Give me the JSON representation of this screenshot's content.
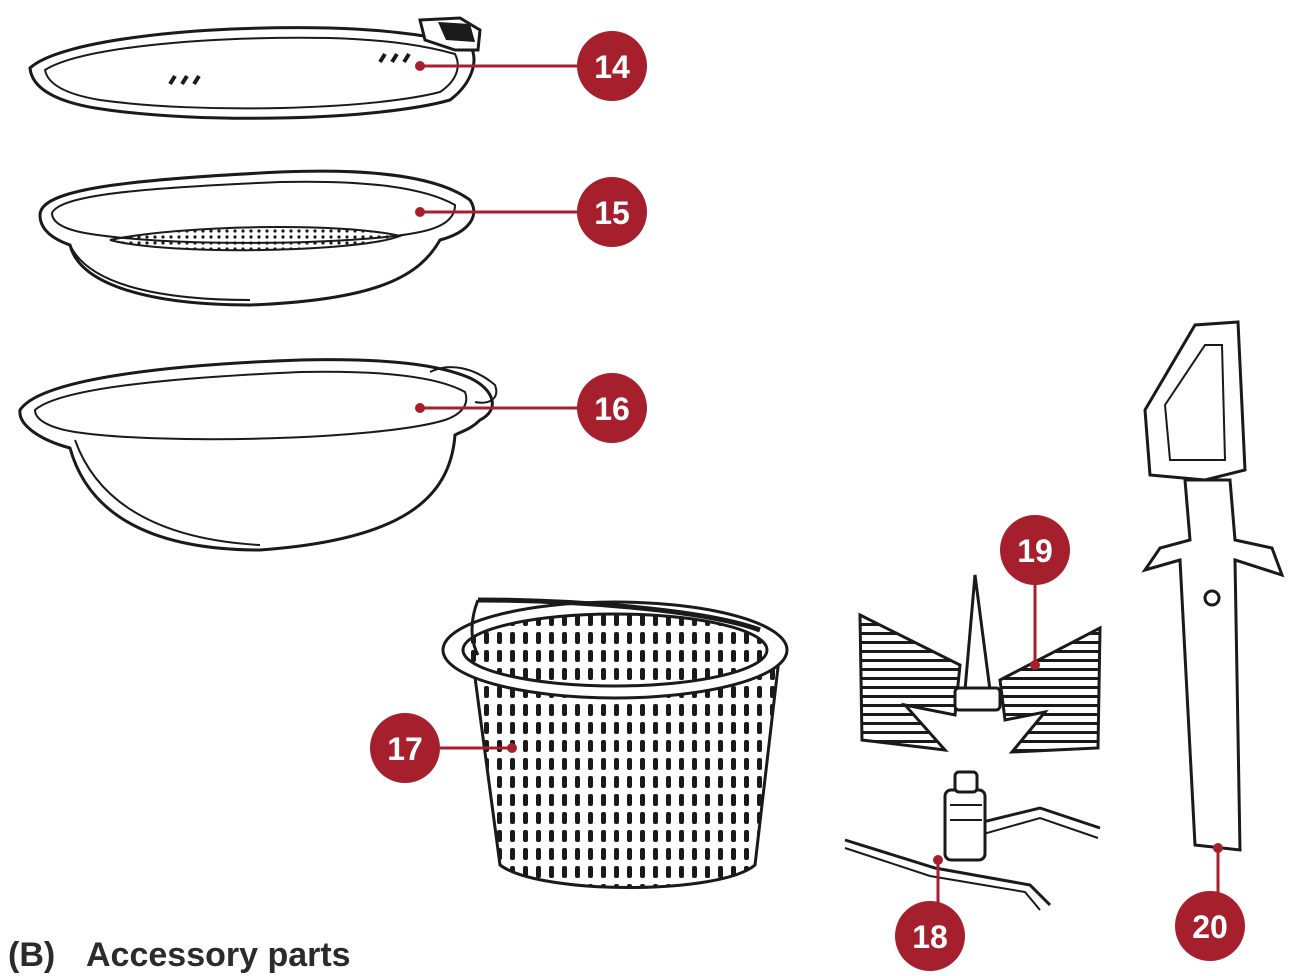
{
  "caption": {
    "letter": "(B)",
    "title": "Accessory parts"
  },
  "colors": {
    "callout": "#a61f2c",
    "line_art": "#1a1a1a"
  },
  "parts": [
    {
      "id": "14",
      "label": "14"
    },
    {
      "id": "15",
      "label": "15"
    },
    {
      "id": "16",
      "label": "16"
    },
    {
      "id": "17",
      "label": "17"
    },
    {
      "id": "18",
      "label": "18"
    },
    {
      "id": "19",
      "label": "19"
    },
    {
      "id": "20",
      "label": "20"
    }
  ]
}
